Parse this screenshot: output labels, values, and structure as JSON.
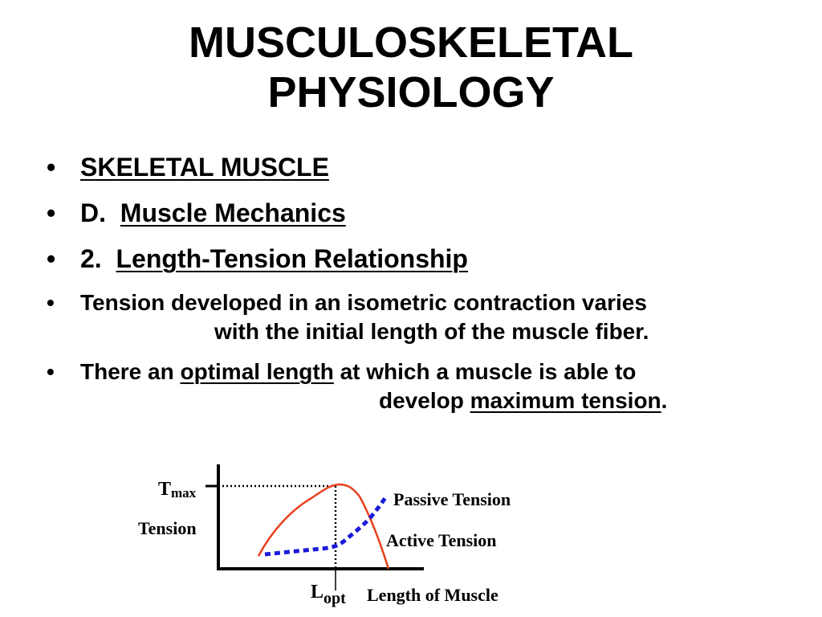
{
  "title": {
    "line1": "MUSCULOSKELETAL",
    "line2": "PHYSIOLOGY"
  },
  "bullets": {
    "bullet_char": "•",
    "item1": "SKELETAL MUSCLE",
    "item2_prefix": "D.",
    "item2_link": "Muscle Mechanics",
    "item3_prefix": "2.",
    "item3_link": "Length-Tension Relationship",
    "item4_line1": "Tension developed in an isometric contraction varies",
    "item4_line2": "with the initial length of the muscle fiber.",
    "item5_pre": "There an ",
    "item5_u1": "optimal length",
    "item5_mid": " at which a muscle is able to",
    "item5_line2_pre": "develop ",
    "item5_u2": "maximum tension",
    "item5_end": "."
  },
  "graph": {
    "tmax_main": "T",
    "tmax_sub": "max",
    "y_label": "Tension",
    "lopt_main": "L",
    "lopt_sub": "opt",
    "x_label": "Length of Muscle",
    "passive_label": "Passive Tension",
    "active_label": "Active Tension",
    "active_color": "#e8401c",
    "passive_color": "#1a1adb"
  }
}
